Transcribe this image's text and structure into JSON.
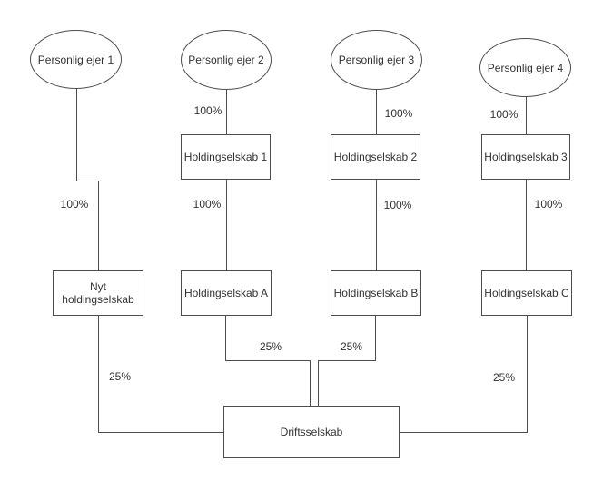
{
  "colors": {
    "canvas_bg": "#ffffff",
    "stroke": "#4d4d4d",
    "text": "#333333"
  },
  "nodes": {
    "owner1": "Personlig ejer 1",
    "owner2": "Personlig ejer 2",
    "owner3": "Personlig ejer 3",
    "owner4": "Personlig ejer 4",
    "holding1": "Holdingselskab 1",
    "holding2": "Holdingselskab 2",
    "holding3": "Holdingselskab 3",
    "nyt_holding": "Nyt holdingselskab",
    "holdingA": "Holdingselskab A",
    "holdingB": "Holdingselskab B",
    "holdingC": "Holdingselskab C",
    "drift": "Driftsselskab"
  },
  "edges": {
    "owner1_nyt": "100%",
    "owner2_h1": "100%",
    "owner3_h2": "100%",
    "owner4_h3": "100%",
    "h1_hA": "100%",
    "h2_hB": "100%",
    "h3_hC": "100%",
    "nyt_drift": "25%",
    "hA_drift": "25%",
    "hB_drift": "25%",
    "hC_drift": "25%"
  }
}
